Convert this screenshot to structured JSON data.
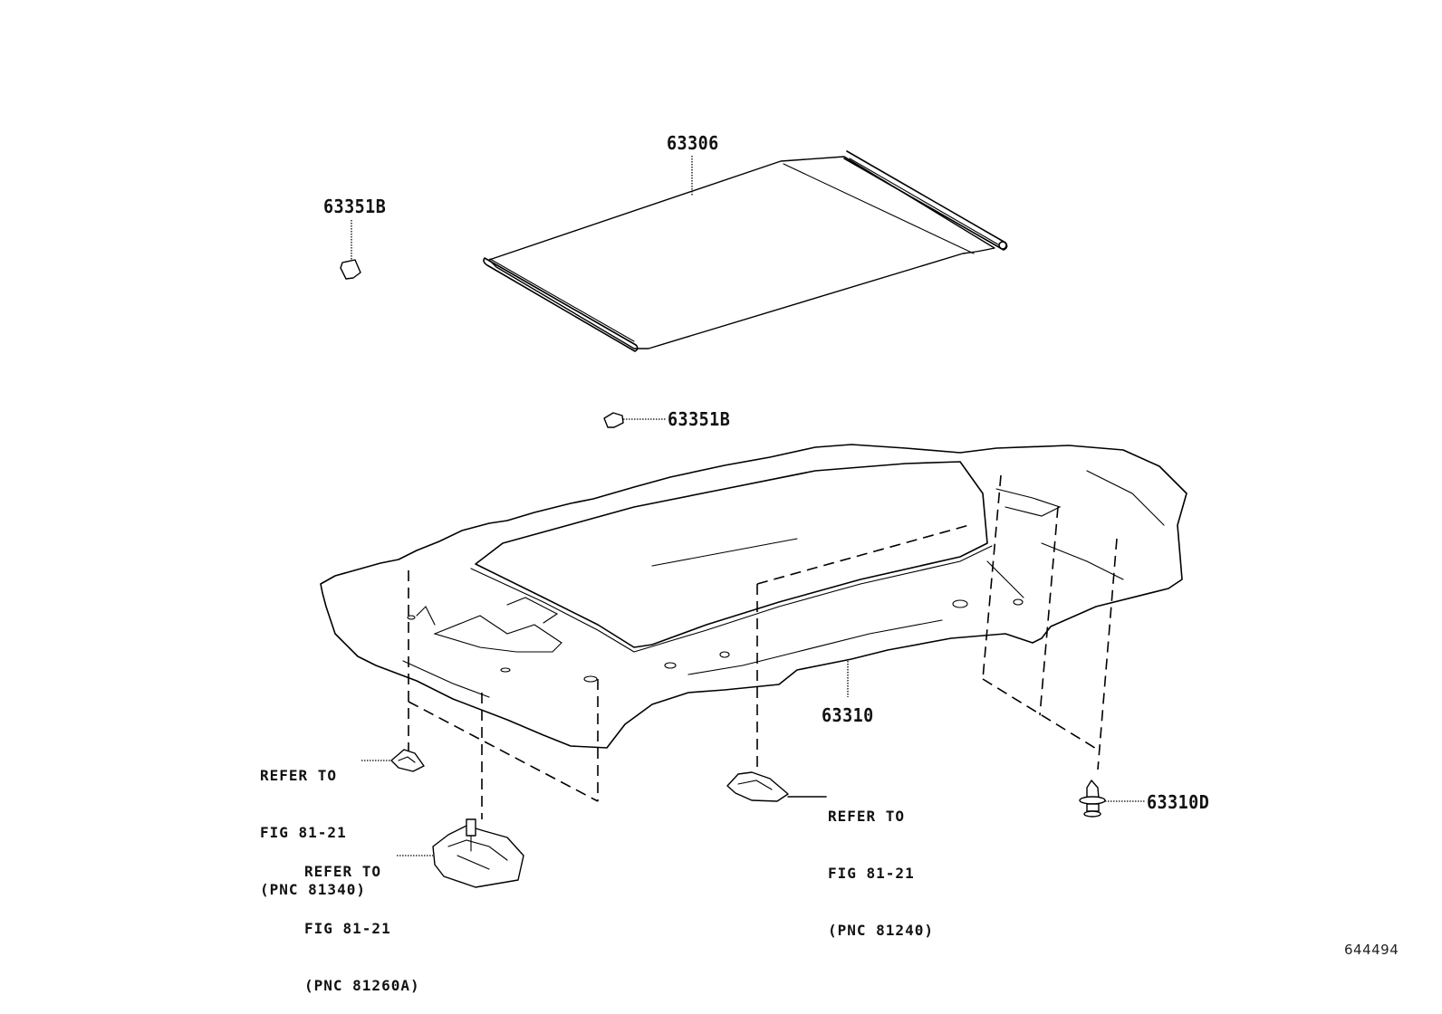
{
  "diagram": {
    "type": "exploded parts diagram",
    "figure_number": "644494",
    "parts": [
      {
        "id": "sunshade",
        "label": "63306"
      },
      {
        "id": "clip-upper",
        "label": "63351B"
      },
      {
        "id": "clip-middle",
        "label": "63351B"
      },
      {
        "id": "headliner",
        "label": "63310"
      },
      {
        "id": "clip-fastener",
        "label": "63310D"
      }
    ],
    "references": [
      {
        "id": "ref-81340",
        "lines": [
          "REFER TO",
          "FIG 81-21",
          "(PNC 81340)"
        ]
      },
      {
        "id": "ref-81260a",
        "lines": [
          "REFER TO",
          "FIG 81-21",
          "(PNC 81260A)"
        ]
      },
      {
        "id": "ref-81240",
        "lines": [
          "REFER TO",
          "FIG 81-21",
          "(PNC 81240)"
        ]
      }
    ]
  }
}
